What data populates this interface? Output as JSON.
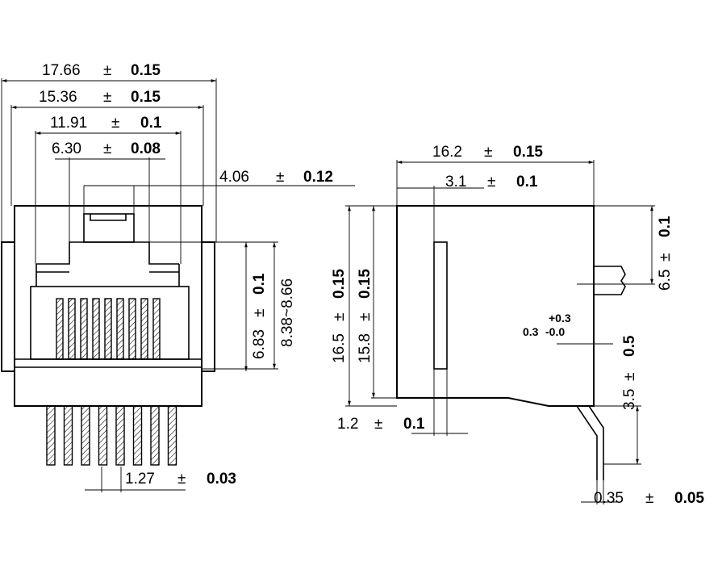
{
  "front_view": {
    "dim_17_66": {
      "value": "17.66",
      "tol": "0.15"
    },
    "dim_15_36": {
      "value": "15.36",
      "tol": "0.15"
    },
    "dim_11_91": {
      "value": "11.91",
      "tol": "0.1"
    },
    "dim_6_30": {
      "value": "6.30",
      "tol": "0.08"
    },
    "dim_4_06": {
      "value": "4.06",
      "tol": "0.12"
    },
    "dim_6_83": {
      "value": "6.83",
      "tol": "0.1"
    },
    "dim_8_38": {
      "value": "8.38~8.66"
    },
    "dim_1_27": {
      "value": "1.27",
      "tol": "0.03"
    }
  },
  "side_view": {
    "dim_16_2": {
      "value": "16.2",
      "tol": "0.15"
    },
    "dim_3_1": {
      "value": "3.1",
      "tol": "0.1"
    },
    "dim_16_5": {
      "value": "16.5",
      "tol": "0.15"
    },
    "dim_15_8": {
      "value": "15.8",
      "tol": "0.15"
    },
    "dim_6_5": {
      "value": "6.5",
      "tol": "0.1"
    },
    "dim_0_3": {
      "value": "0.3",
      "tol_plus": "+0.3",
      "tol_minus": "-0.0"
    },
    "dim_3_5": {
      "value": "3.5",
      "tol": "0.5"
    },
    "dim_1_2": {
      "value": "1.2",
      "tol": "0.1"
    },
    "dim_0_35": {
      "value": "0.35",
      "tol": "0.05"
    }
  },
  "symbols": {
    "plus_minus": "±"
  }
}
